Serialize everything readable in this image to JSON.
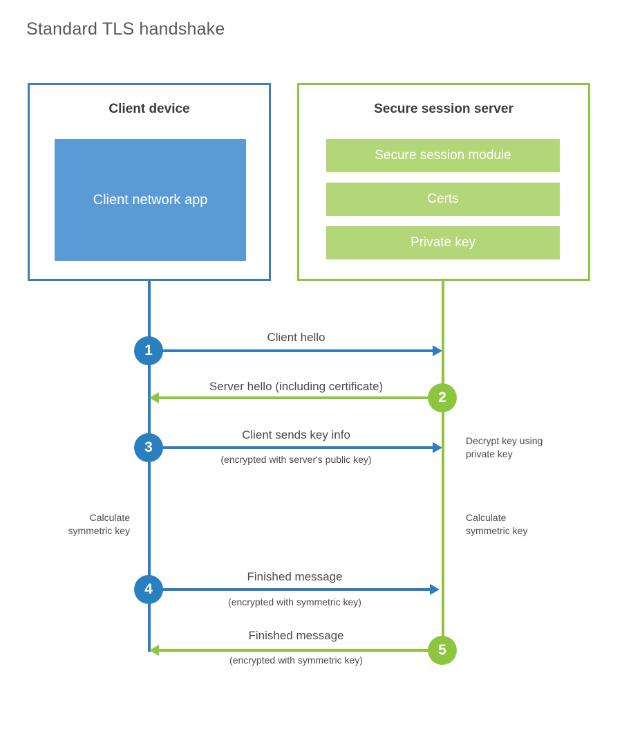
{
  "title": "Standard TLS handshake",
  "diagram": {
    "type": "sequence",
    "parties": [
      {
        "id": "client",
        "title": "Client device",
        "accent_color": "#3c7dc0",
        "blocks": [
          {
            "label": "Client network app",
            "fill": "#5b9bd5"
          }
        ]
      },
      {
        "id": "server",
        "title": "Secure session server",
        "accent_color": "#8cc63f",
        "blocks": [
          {
            "label": "Secure session module",
            "fill": "#b2d678"
          },
          {
            "label": "Certs",
            "fill": "#b2d678"
          },
          {
            "label": "Private key",
            "fill": "#b2d678"
          }
        ]
      }
    ],
    "steps": [
      {
        "number": "1",
        "from": "client",
        "to": "server",
        "label": "Client hello",
        "sublabel": "",
        "color": "#2a7fc0"
      },
      {
        "number": "2",
        "from": "server",
        "to": "client",
        "label": "Server hello (including certificate)",
        "sublabel": "",
        "color": "#8cc63f"
      },
      {
        "number": "3",
        "from": "client",
        "to": "server",
        "label": "Client sends key info",
        "sublabel": "(encrypted with server's public key)",
        "color": "#2a7fc0"
      },
      {
        "number": "4",
        "from": "client",
        "to": "server",
        "label": "Finished message",
        "sublabel": "(encrypted with symmetric key)",
        "color": "#2a7fc0"
      },
      {
        "number": "5",
        "from": "server",
        "to": "client",
        "label": "Finished message",
        "sublabel": "(encrypted with symmetric key)",
        "color": "#8cc63f"
      }
    ],
    "annotations": [
      {
        "id": "decrypt-key",
        "side": "server",
        "text": "Decrypt key using\nprivate key"
      },
      {
        "id": "client-calc-key",
        "side": "client",
        "text": "Calculate\nsymmetric key"
      },
      {
        "id": "server-calc-key",
        "side": "server",
        "text": "Calculate\nsymmetric key"
      }
    ]
  }
}
